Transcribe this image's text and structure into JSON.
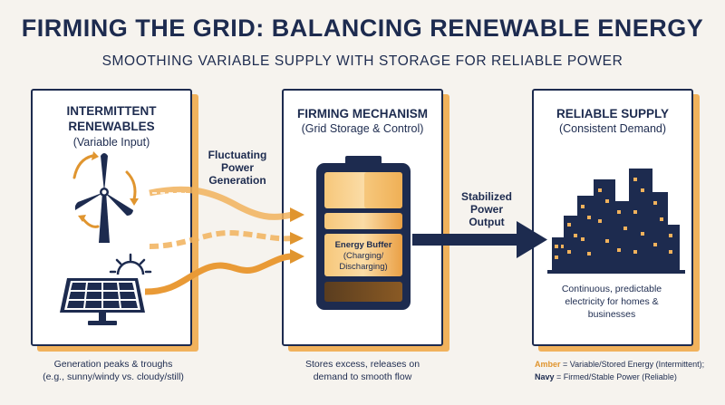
{
  "header": {
    "title": "FIRMING THE GRID: BALANCING RENEWABLE ENERGY",
    "subtitle": "SMOOTHING VARIABLE SUPPLY WITH STORAGE FOR RELIABLE POWER"
  },
  "panels": [
    {
      "title_line1": "INTERMITTENT",
      "title_line2": "RENEWABLES",
      "subtitle": "(Variable Input)",
      "note_line1": "Generation peaks & troughs",
      "note_line2": "(e.g., sunny/windy vs. cloudy/still)"
    },
    {
      "title": "FIRMING MECHANISM",
      "subtitle": "(Grid Storage & Control)",
      "battery_label_bold": "Energy Buffer",
      "battery_label_line2": "(Charging/",
      "battery_label_line3": "Discharging)",
      "note_line1": "Stores excess, releases on",
      "note_line2": "demand to smooth flow"
    },
    {
      "title": "RELIABLE SUPPLY",
      "subtitle": "(Consistent Demand)",
      "note_line1": "Continuous, predictable",
      "note_line2": "electricity for homes &",
      "note_line3": "businesses"
    }
  ],
  "flow_labels": {
    "input_line1": "Fluctuating",
    "input_line2": "Power",
    "input_line3": "Generation",
    "output_line1": "Stabilized",
    "output_line2": "Power",
    "output_line3": "Output"
  },
  "legend": {
    "amber_key": "Amber",
    "amber_text": " = Variable/Stored Energy (Intermittent);",
    "navy_key": "Navy",
    "navy_text": " = Firmed/Stable Power (Reliable)"
  },
  "colors": {
    "navy": "#1d2b4f",
    "amber": "#f1b25c",
    "amber_dark": "#e0952f",
    "background": "#f6f3ee"
  },
  "icons": [
    "wind-turbine-icon",
    "solar-panel-icon",
    "sun-icon",
    "battery-icon",
    "city-skyline-icon"
  ]
}
